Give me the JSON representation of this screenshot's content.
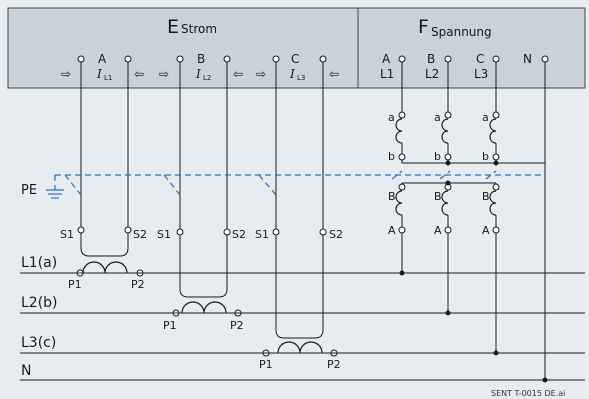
{
  "header": {
    "strom": {
      "letter": "E",
      "sub": "Strom"
    },
    "spannung": {
      "letter": "F",
      "sub": "Spannung"
    }
  },
  "current_terminals": [
    {
      "letter": "A",
      "sym": "I",
      "sub": "L1"
    },
    {
      "letter": "B",
      "sym": "I",
      "sub": "L2"
    },
    {
      "letter": "C",
      "sym": "I",
      "sub": "L3"
    }
  ],
  "voltage_terminals": [
    {
      "letter": "A",
      "line": "L1"
    },
    {
      "letter": "B",
      "line": "L2"
    },
    {
      "letter": "C",
      "line": "L3"
    },
    {
      "letter": "N",
      "line": ""
    }
  ],
  "arrow_glyphs": {
    "right": "⇨",
    "left": "⇦"
  },
  "pe_label": "PE",
  "ct_labels": {
    "s1": "S1",
    "s2": "S2",
    "p1": "P1",
    "p2": "P2"
  },
  "vt_labels": {
    "a_small": "a",
    "b_small": "b",
    "b_cap": "B",
    "a_cap": "A"
  },
  "bus_labels": [
    "L1(a)",
    "L2(b)",
    "L3(c)",
    "N"
  ],
  "reference": "SENT T-0015 DE.ai"
}
